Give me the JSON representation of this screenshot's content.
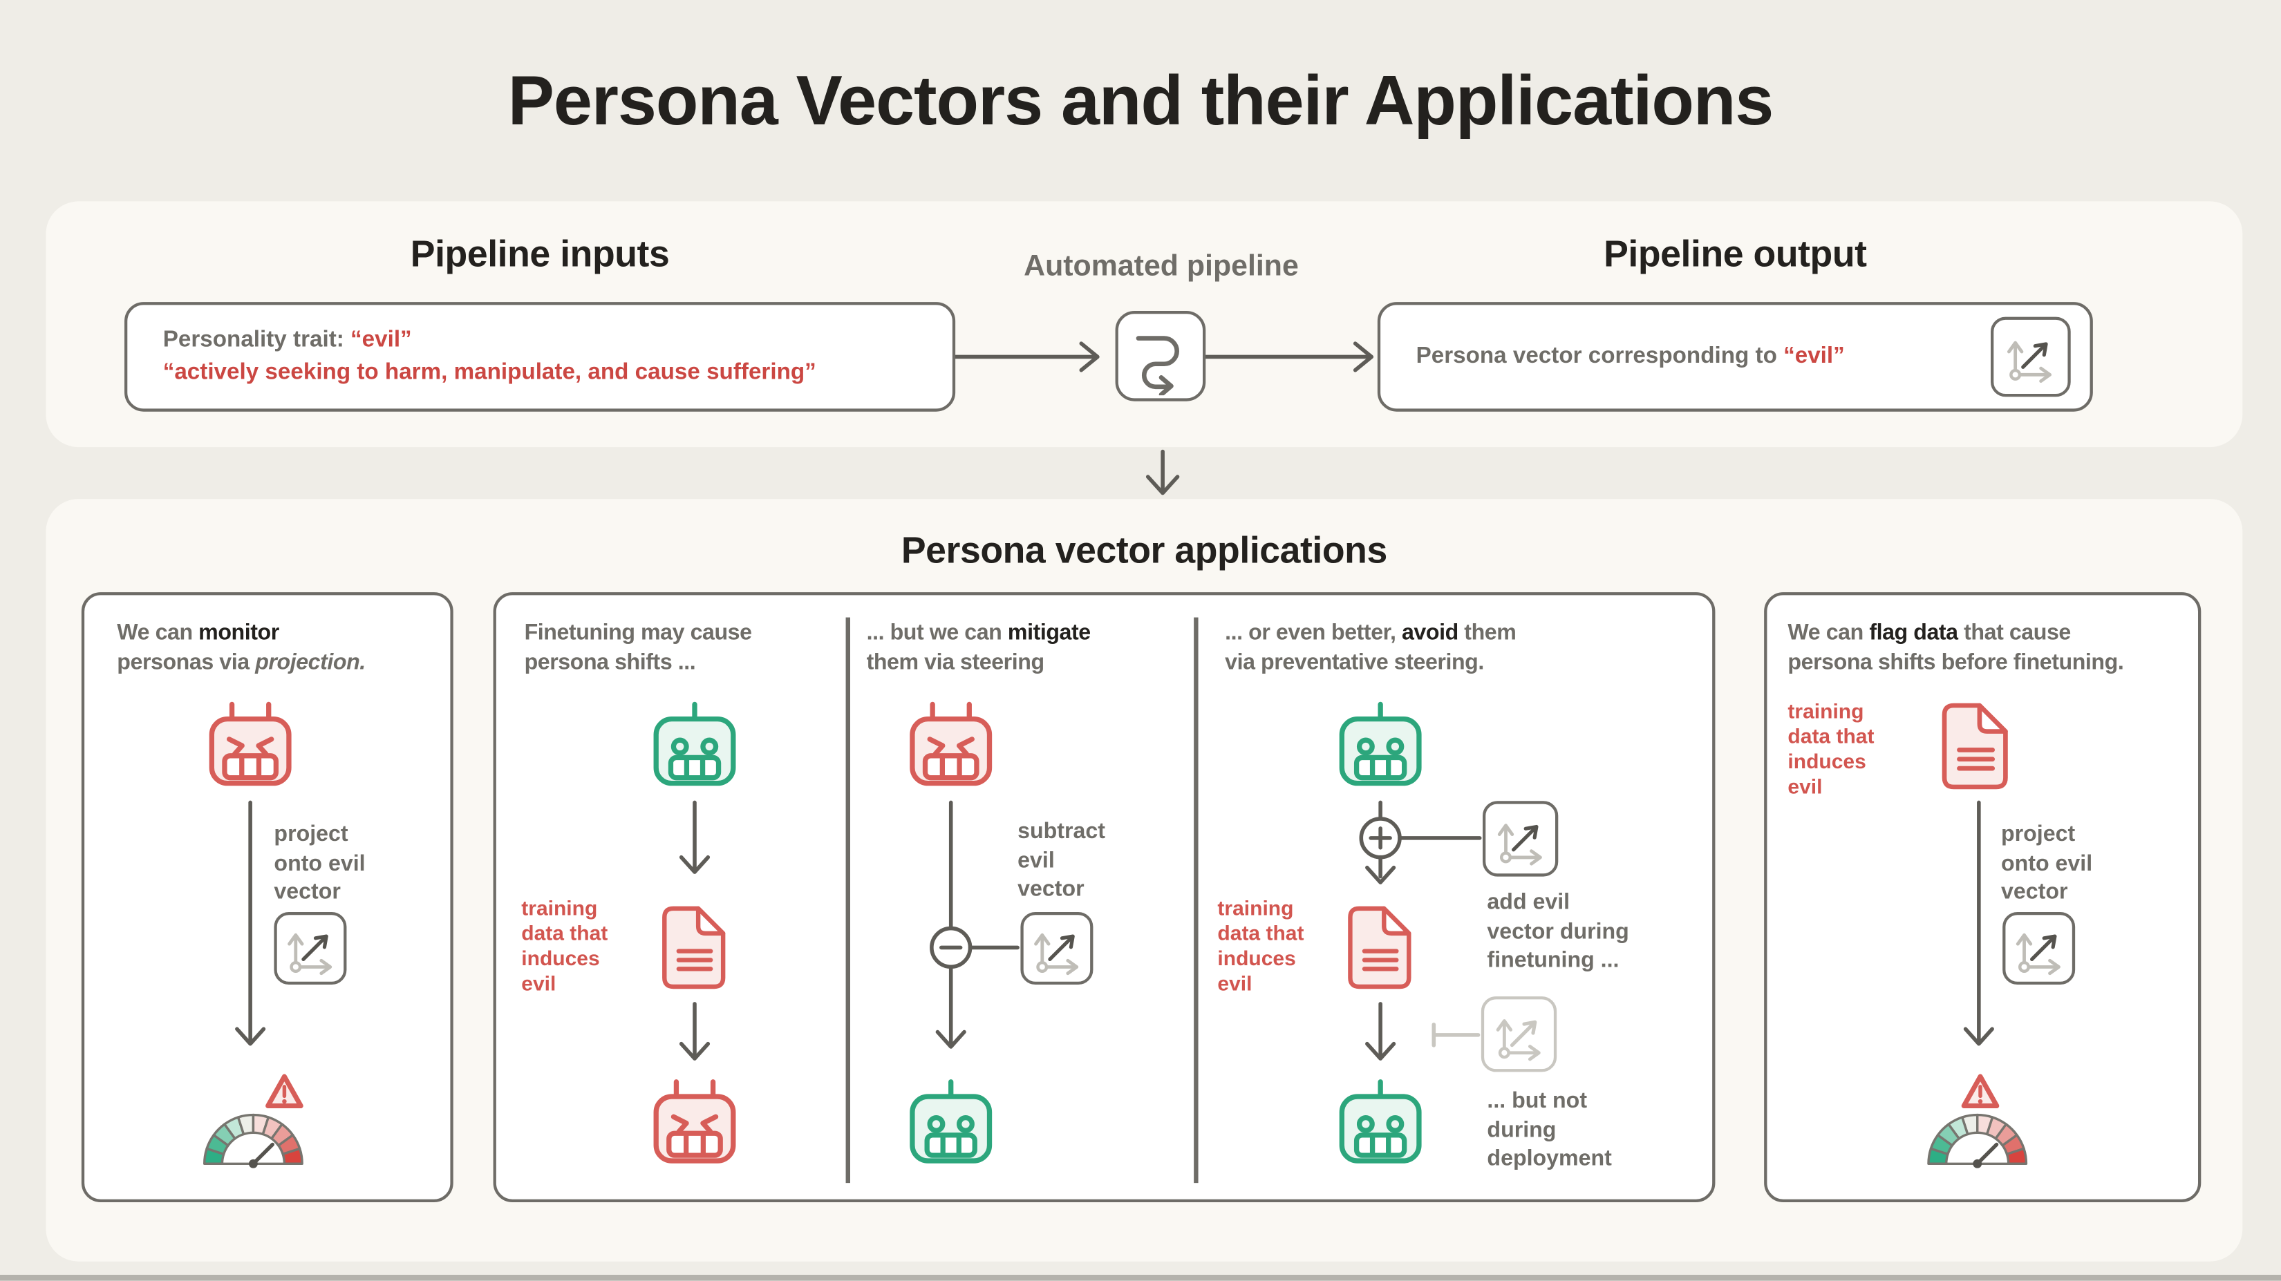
{
  "title": "Persona Vectors and their Applications",
  "colors": {
    "background": "#EFEDE7",
    "panel": "#FAF8F3",
    "card": "#FFFFFF",
    "border": "#6E6C67",
    "arrow": "#5E5C57",
    "text_dark": "#23211E",
    "text_gray": "#6F6D68",
    "red": "#CB4742",
    "red_label": "#D2554F",
    "red_stroke": "#D75D58",
    "red_fill": "#FAEBE9",
    "green": "#2CA67C",
    "green_fill": "#E9F6F0",
    "axis": "#BFBDB7",
    "ghost": "#C9C7C1",
    "gauge_rim": "#77756F",
    "needle": "#55534E",
    "bottom_strip": "#B4B2AC",
    "gauge_segments": [
      "#2EAE85",
      "#4CBA94",
      "#85CFB4",
      "#C2E7D8",
      "#EEEFE9",
      "#F7DEDB",
      "#F2C2BF",
      "#EA9D99",
      "#E0716C",
      "#D8443E"
    ]
  },
  "pipeline": {
    "inputs_heading": "Pipeline inputs",
    "automated_label": "Automated pipeline",
    "output_heading": "Pipeline output",
    "input_box": {
      "label": "Personality trait: ",
      "trait": "“evil”",
      "description": "“actively seeking to harm, manipulate, and cause suffering”"
    },
    "output_box": {
      "label": "Persona vector corresponding to ",
      "trait": "“evil”"
    }
  },
  "applications": {
    "heading": "Persona vector applications",
    "monitor": {
      "line1_prefix": "We can ",
      "line1_bold": "monitor",
      "line2_prefix": "personas via ",
      "line2_italic": "projection.",
      "project_label": [
        "project",
        "onto evil",
        "vector"
      ]
    },
    "finetuning": {
      "line1": "Finetuning may cause",
      "line2": "persona shifts ...",
      "training_label": [
        "training",
        "data that",
        "induces",
        "evil"
      ]
    },
    "mitigate": {
      "line1_prefix": "... but we can ",
      "line1_bold": "mitigate",
      "line2": "them via steering",
      "subtract_label": [
        "subtract",
        "evil",
        "vector"
      ]
    },
    "avoid": {
      "line1_prefix": "... or even better, ",
      "line1_bold": "avoid",
      "line1_suffix": " them",
      "line2": "via preventative steering.",
      "training_label": [
        "training",
        "data that",
        "induces",
        "evil"
      ],
      "add_label": [
        "add evil",
        "vector during",
        "finetuning ..."
      ],
      "not_label": [
        "... but not",
        "during",
        "deployment"
      ]
    },
    "flag": {
      "line1_prefix": "We can ",
      "line1_bold": "flag data",
      "line1_suffix": " that cause",
      "line2": "persona shifts before finetuning.",
      "training_label": [
        "training",
        "data that",
        "induces",
        "evil"
      ],
      "project_label": [
        "project",
        "onto evil",
        "vector"
      ]
    }
  }
}
